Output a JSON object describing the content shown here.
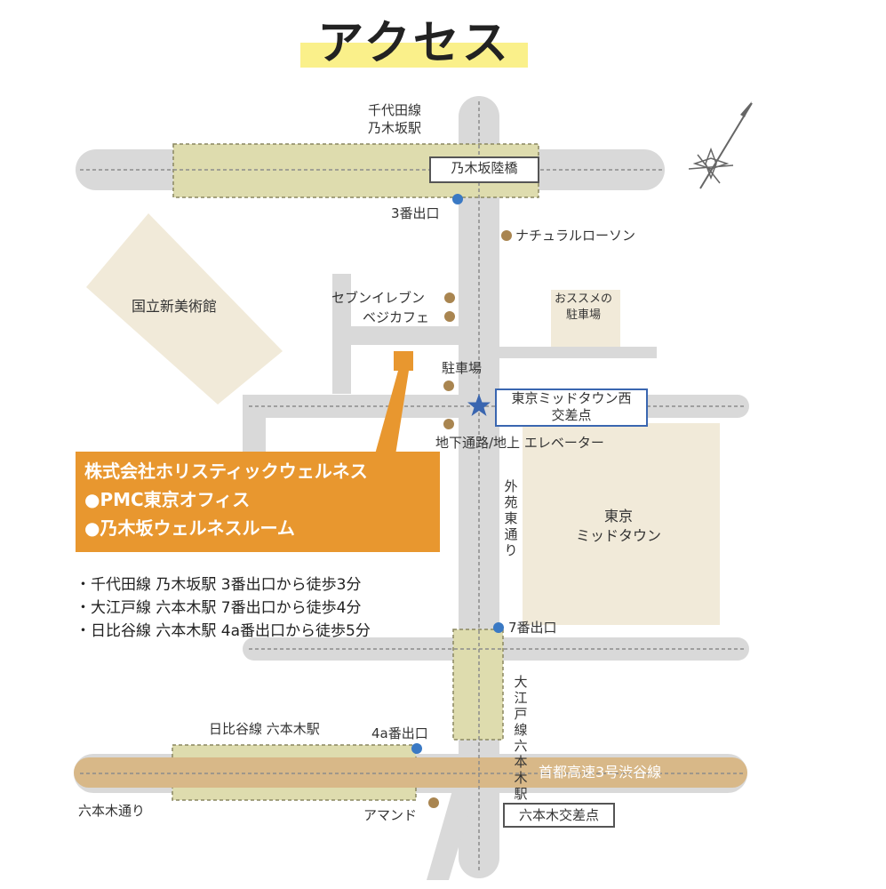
{
  "title": "アクセス",
  "colors": {
    "title_highlight": "#faf08a",
    "road": "#d9d9d9",
    "station_area": "#dedcae",
    "building": "#f1ead9",
    "expressway": "#d8b888",
    "company": "#e8972f",
    "exit_marker": "#3a79c4",
    "poi_marker": "#a98550",
    "star": "#3a66b0"
  },
  "stations": {
    "nogizaka": [
      "千代田線",
      "乃木坂駅"
    ],
    "roppongi_hibiya": "日比谷線 六本木駅",
    "roppongi_oedo": "大江戸線六本木駅"
  },
  "exits": {
    "exit3": "3番出口",
    "exit7": "7番出口",
    "exit4a": "4a番出口"
  },
  "places": {
    "nogizaka_bridge": "乃木坂陸橋",
    "natural_lawson": "ナチュラルローソン",
    "national_art_center": "国立新美術館",
    "seven_eleven": "セブンイレブン",
    "vege_cafe": "ベジカフェ",
    "recommended_parking": [
      "おススメの",
      "駐車場"
    ],
    "parking": "駐車場",
    "midtown_west": [
      "東京ミッドタウン西",
      "交差点"
    ],
    "underpass": "地下通路/地上 エレベーター",
    "gaien_higashi": "外苑東通り",
    "tokyo_midtown": [
      "東京",
      "ミッドタウン"
    ],
    "shuto_expressway": "首都高速3号渋谷線",
    "roppongi_dori": "六本木通り",
    "almond": "アマンド",
    "roppongi_crossing": "六本木交差点"
  },
  "company": {
    "name": "株式会社ホリスティックウェルネス",
    "offices": [
      "●PMC東京オフィス",
      "●乃木坂ウェルネスルーム"
    ]
  },
  "access": [
    "・千代田線 乃木坂駅 3番出口から徒歩3分",
    "・大江戸線 六本木駅 7番出口から徒歩4分",
    "・日比谷線 六本木駅 4a番出口から徒歩5分"
  ]
}
